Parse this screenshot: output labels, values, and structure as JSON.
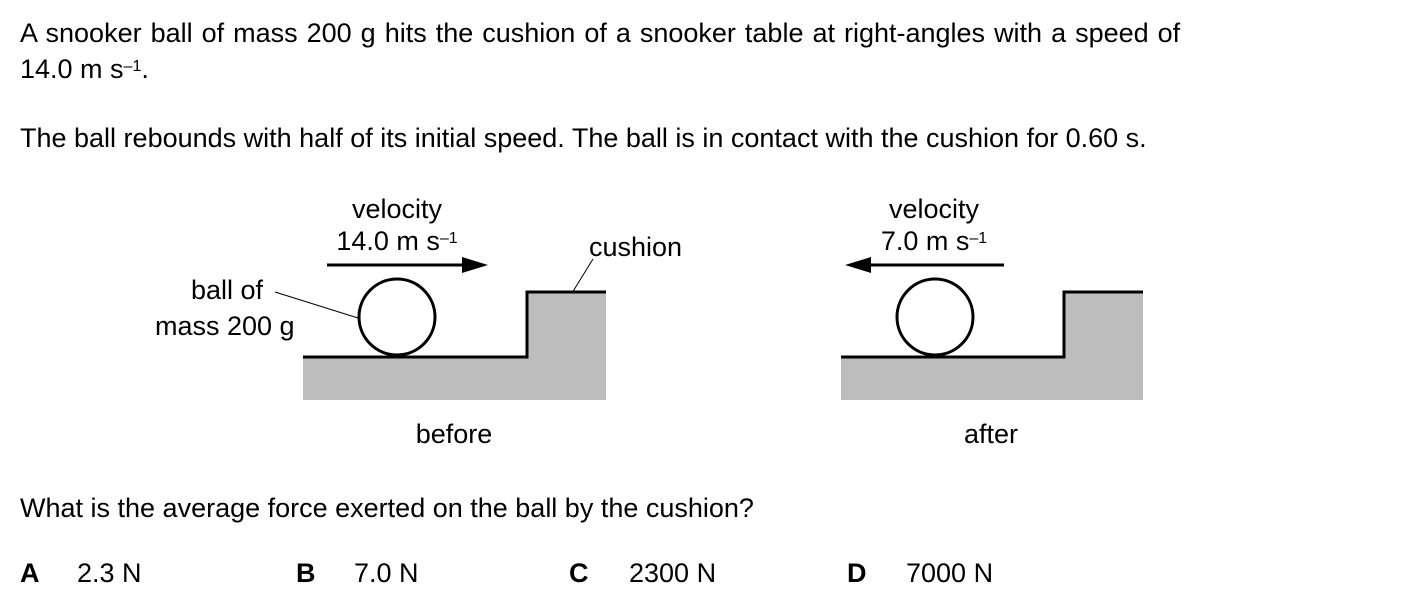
{
  "question": {
    "intro_line1": "A snooker ball of mass 200 g hits the cushion of a snooker table at right-angles with a speed of",
    "intro_line2_value": "14.0 m s",
    "intro_line2_exp": "–1",
    "intro_line2_end": ".",
    "intro_line3": "The ball rebounds with half of its initial speed. The ball is in contact with the cushion for 0.60 s.",
    "prompt": "What is the average force exerted on the ball by the cushion?"
  },
  "diagram": {
    "before": {
      "velocity_word": "velocity",
      "velocity_value": "14.0 m s",
      "velocity_exp": "–1",
      "ball_label_line1": "ball of",
      "ball_label_line2": "mass 200 g",
      "cushion_label": "cushion",
      "caption": "before"
    },
    "after": {
      "velocity_word": "velocity",
      "velocity_value": "7.0 m s",
      "velocity_exp": "–1",
      "caption": "after"
    },
    "colors": {
      "table_fill": "#bdbdbd",
      "line": "#000000"
    }
  },
  "options": [
    {
      "letter": "A",
      "value": "2.3 N"
    },
    {
      "letter": "B",
      "value": "7.0 N"
    },
    {
      "letter": "C",
      "value": "2300 N"
    },
    {
      "letter": "D",
      "value": "7000 N"
    }
  ]
}
